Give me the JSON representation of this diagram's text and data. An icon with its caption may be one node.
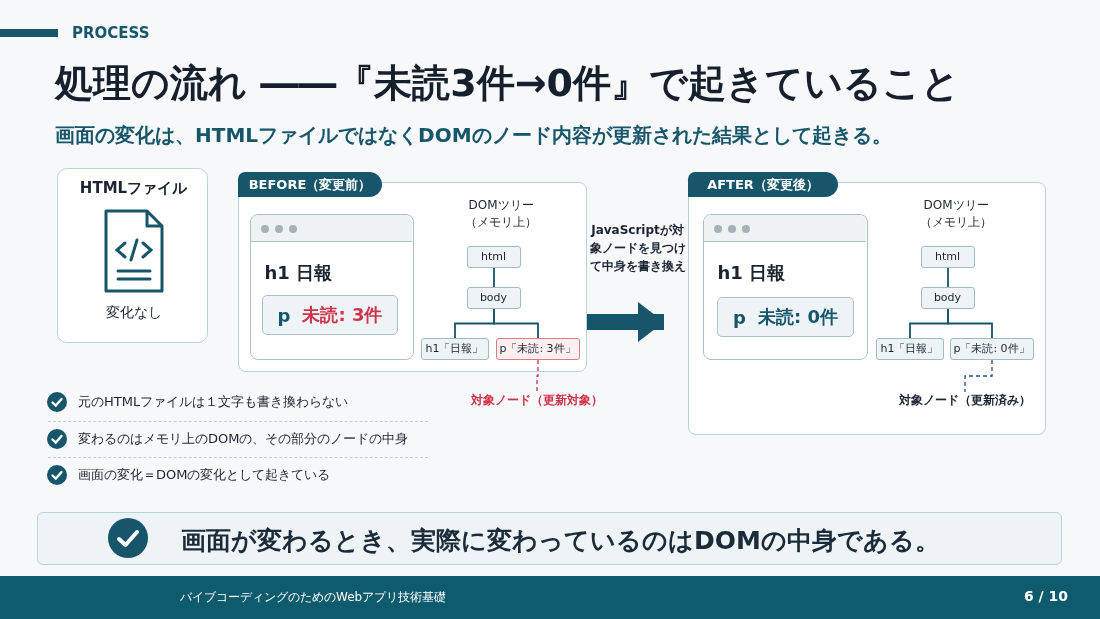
{
  "diagram": {
    "title": "処理の流れ ――『未読3件→0件』で起きていること",
    "nodes": [
      {
        "text": [
          "HTMLファイル",
          "変化なし"
        ]
      },
      {
        "text": [
          "BEFORE（変更前）",
          "DOMツリー（メモリ上）"
        ]
      },
      {
        "text": [
          "h1 日報"
        ],
        "in": 1
      },
      {
        "text": [
          "p",
          "未読: 3件"
        ],
        "in": 2
      },
      {
        "text": [
          "html"
        ],
        "in": 1
      },
      {
        "text": [
          "body"
        ],
        "in": 1
      },
      {
        "text": [
          "h1「日報」"
        ],
        "in": 1
      },
      {
        "text": [
          "p「未読: 3件」"
        ],
        "in": 1
      },
      {
        "text": [
          "対象ノード（更新対象）"
        ]
      },
      {
        "text": [
          "AFTER（変更後）",
          "DOMツリー（メモリ上）"
        ]
      },
      {
        "text": [
          "h1 日報"
        ],
        "in": 9
      },
      {
        "text": [
          "p",
          "未読: 0件"
        ],
        "in": 10
      },
      {
        "text": [
          "html"
        ],
        "in": 9
      },
      {
        "text": [
          "body"
        ],
        "in": 9
      },
      {
        "text": [
          "h1「日報」"
        ],
        "in": 9
      },
      {
        "text": [
          "p「未読: 0件」"
        ],
        "in": 9
      },
      {
        "text": [
          "対象ノード（更新済み）"
        ],
        "in": 9
      },
      {
        "text": [
          "画面が変わるとき、実際に変わっているのはDOMの中身である。"
        ]
      }
    ],
    "edges": [
      {
        "from": 4,
        "to": 5,
        "arrow": "none"
      },
      {
        "from": 5,
        "to": 6,
        "arrow": "none"
      },
      {
        "from": 5,
        "to": 7,
        "arrow": "none"
      },
      {
        "from": 7,
        "to": 8,
        "arrow": "none",
        "style": "dashed",
        "color": "#d0324a"
      },
      {
        "from": 1,
        "to": 9,
        "arrow": "to",
        "style": "thick",
        "label": "JavaScriptが対象ノードを見つけて中身を書き換え"
      },
      {
        "from": 12,
        "to": 13,
        "arrow": "none"
      },
      {
        "from": 13,
        "to": 14,
        "arrow": "none"
      },
      {
        "from": 13,
        "to": 15,
        "arrow": "none"
      },
      {
        "from": 15,
        "to": 16,
        "arrow": "none",
        "style": "dashed"
      }
    ],
    "labels": [
      "PROCESS",
      "画面の変化は、HTMLファイルではなくDOMのノード内容が更新された結果として起きる。",
      "元のHTMLファイルは１文字も書き換わらない",
      "変わるのはメモリ上のDOMの、その部分のノードの中身",
      "画面の変化＝DOMの変化として起きている",
      "バイブコーディングのためのWebアプリ技術基礎",
      "6 / 10"
    ]
  }
}
